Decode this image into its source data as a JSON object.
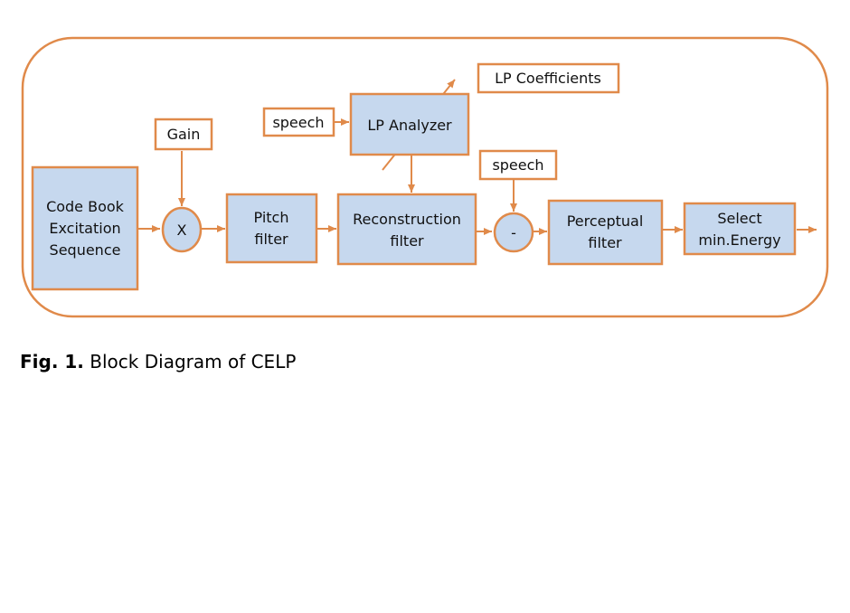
{
  "colors": {
    "accent": "#e08a4a",
    "block_fill": "#c6d8ee"
  },
  "blocks": {
    "codebook": [
      "Code Book",
      "Excitation",
      "Sequence"
    ],
    "pitch": [
      "Pitch",
      "filter"
    ],
    "reconstruction": [
      "Reconstruction",
      "filter"
    ],
    "lp_analyzer": "LP Analyzer",
    "perceptual": [
      "Perceptual",
      "filter"
    ],
    "select": [
      "Select",
      "min.Energy"
    ]
  },
  "inputs": {
    "gain": "Gain",
    "speech_top": "speech",
    "speech_right": "speech",
    "lp_coefficients": "LP Coefficients"
  },
  "operators": {
    "multiply": "X",
    "subtract": "-"
  },
  "caption": {
    "label": "Fig. 1.",
    "text": "Block Diagram of CELP"
  }
}
